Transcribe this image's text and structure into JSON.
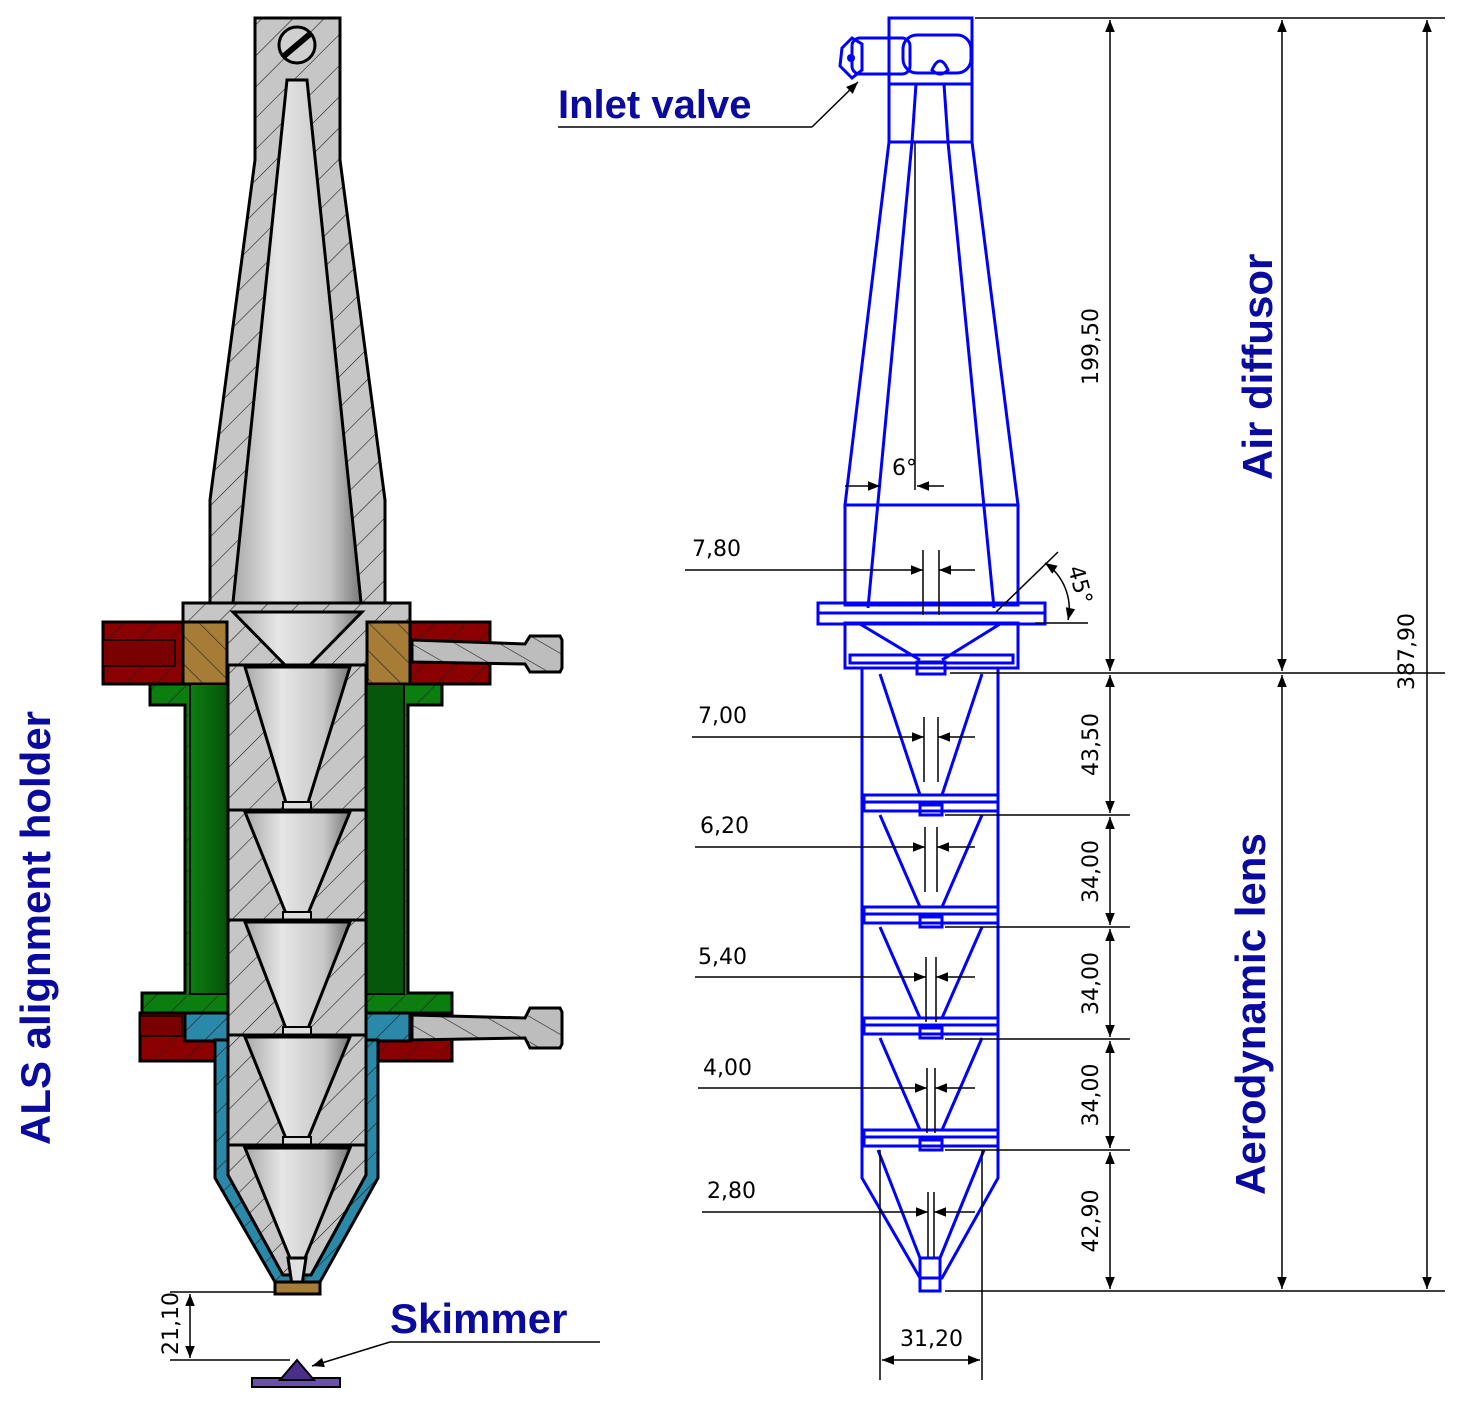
{
  "labels": {
    "inlet_valve": "Inlet valve",
    "air_diffusor": "Air diffusor",
    "aerodynamic_lens": "Aerodynamic lens",
    "als_holder": "ALS alignment holder",
    "skimmer": "Skimmer"
  },
  "dimensions": {
    "air_diffusor_length": "199,50",
    "total_length": "387,90",
    "stage_lengths": [
      "43,50",
      "34,00",
      "34,00",
      "34,00",
      "42,90"
    ],
    "orifice_diameters": [
      "7,80",
      "7,00",
      "6,20",
      "5,40",
      "4,00",
      "2,80"
    ],
    "outer_diameter": "31,20",
    "skimmer_distance": "21,10",
    "cone_angle": "6°",
    "chamfer_angle": "45°"
  },
  "colors": {
    "line_blue": "#0000ff",
    "label_blue": "#0a0a9e",
    "holder_green": "#0c7e10",
    "clamp_red": "#8b0000",
    "ring_tan": "#a67c37",
    "nozzle_teal": "#2a88a8",
    "skimmer_purple": "#5b3f9a",
    "steel_gray": "#c4c4c4"
  }
}
